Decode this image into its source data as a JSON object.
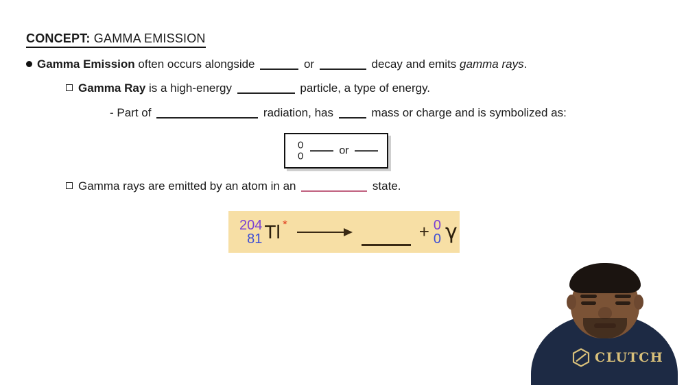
{
  "slide": {
    "title_keyword": "CONCEPT:",
    "title_rest": " GAMMA EMISSION"
  },
  "bullets": {
    "line1": {
      "bold_lead": "Gamma Emission",
      "after_lead": " often occurs alongside ",
      "mid": " or ",
      "after_blank2": " decay and emits ",
      "italic_tail": "gamma rays",
      "period": "."
    },
    "line2": {
      "bold_lead": "Gamma Ray",
      "after_lead": " is a high-energy ",
      "tail": " particle, a type of energy."
    },
    "line3": {
      "lead": "- Part of ",
      "mid": " radiation, has ",
      "tail": " mass or charge and is symbolized as:"
    },
    "line4": {
      "lead": "Gamma rays are emitted by an atom in an ",
      "tail": " state."
    }
  },
  "symbol_box": {
    "superscript": "0",
    "subscript": "0",
    "or_label": "or"
  },
  "equation": {
    "mass_number": "204",
    "atomic_number": "81",
    "element": "Tl",
    "excited_marker": "*",
    "plus": "+",
    "gamma_mass_number": "0",
    "gamma_atomic_number": "0",
    "gamma_symbol": "γ"
  },
  "presenter": {
    "shirt_brand": "CLUTCH",
    "logo_icon": "hexagon-icon"
  },
  "colors": {
    "highlight_box": "#f7dfa5",
    "mass_number": "#7b3fd4",
    "atomic_number": "#3f4fd4",
    "excited_marker": "#e03a1c",
    "red_blank": "#c0617f",
    "shirt": "#1d2a44",
    "logo_gold": "#d9c07a"
  }
}
